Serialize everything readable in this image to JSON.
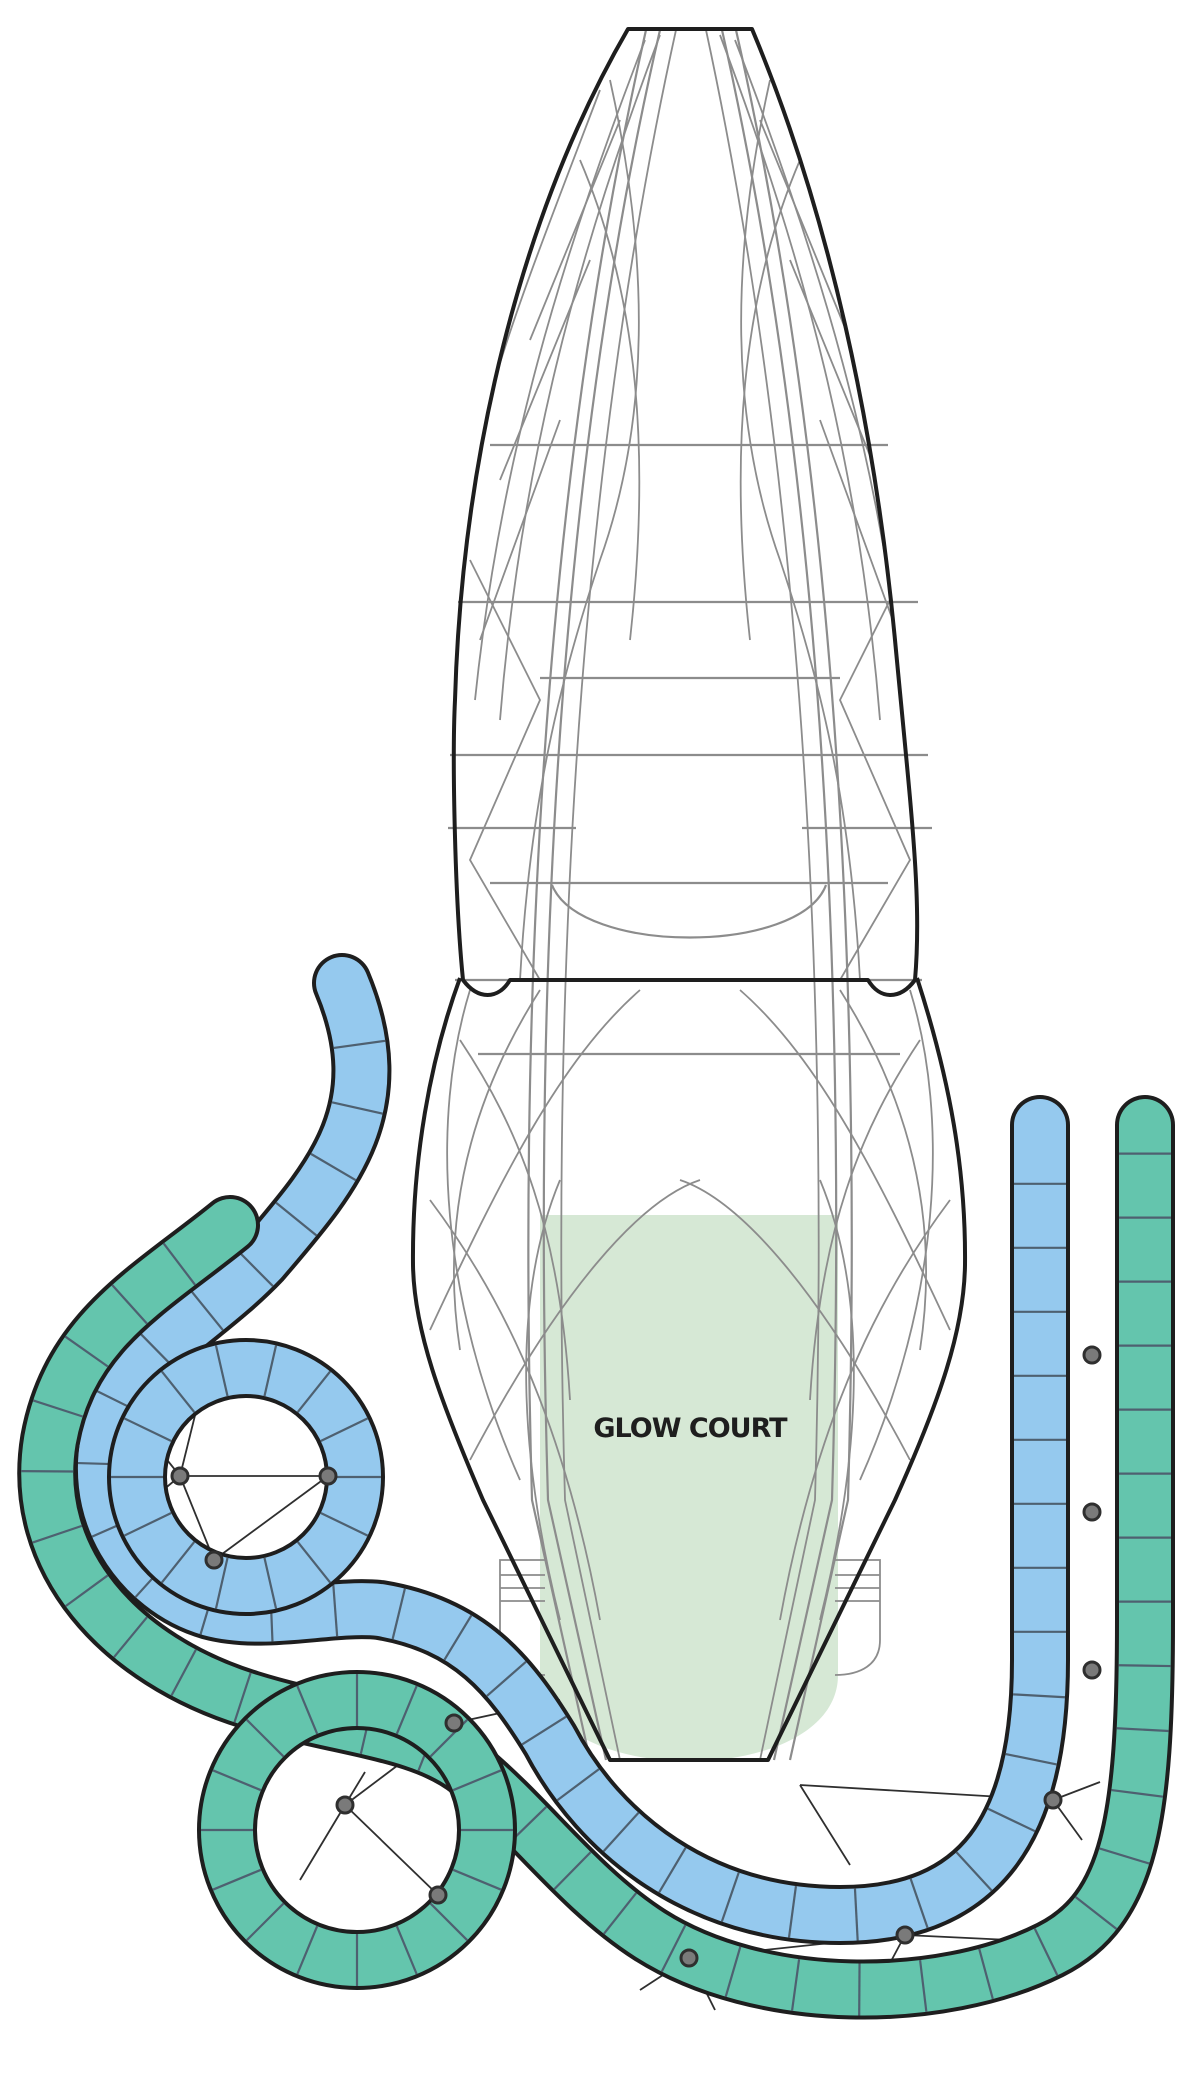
{
  "diagram": {
    "areas": [
      {
        "id": "glow-court",
        "label": "GLOW COURT",
        "fill": "#d6e8d5"
      }
    ],
    "colors": {
      "outline": "#1e1e1e",
      "frame": "#8c8c8c",
      "blue_track": "#95c9ee",
      "green_track": "#64c5ad",
      "node": "#7a7a7a",
      "background": "#ffffff"
    },
    "tracks": [
      {
        "id": "blue-track",
        "color": "#95c9ee"
      },
      {
        "id": "green-track",
        "color": "#64c5ad"
      }
    ]
  }
}
